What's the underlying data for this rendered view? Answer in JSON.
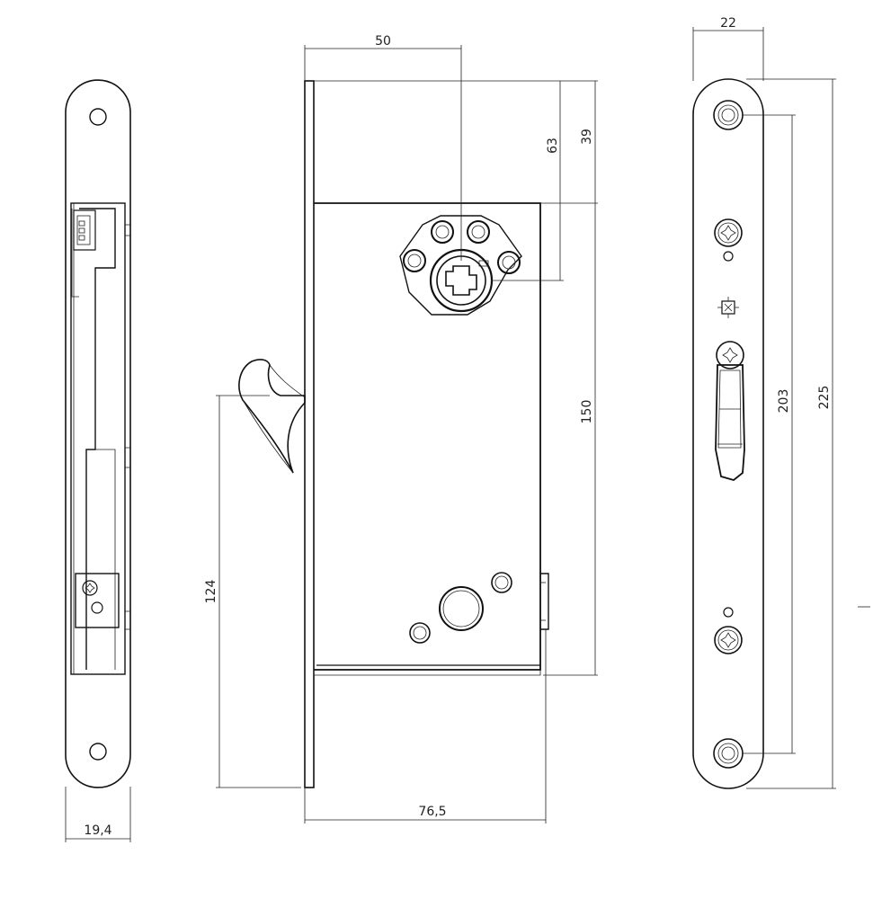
{
  "dimensions": {
    "side_width": "19,4",
    "spindle_offset": "50",
    "top_to_spindle": "63",
    "top_to_case": "39",
    "case_height": "150",
    "hook_height": "124",
    "overall_depth": "76,5",
    "faceplate_width": "22",
    "screw_spacing": "203",
    "faceplate_height": "225"
  }
}
